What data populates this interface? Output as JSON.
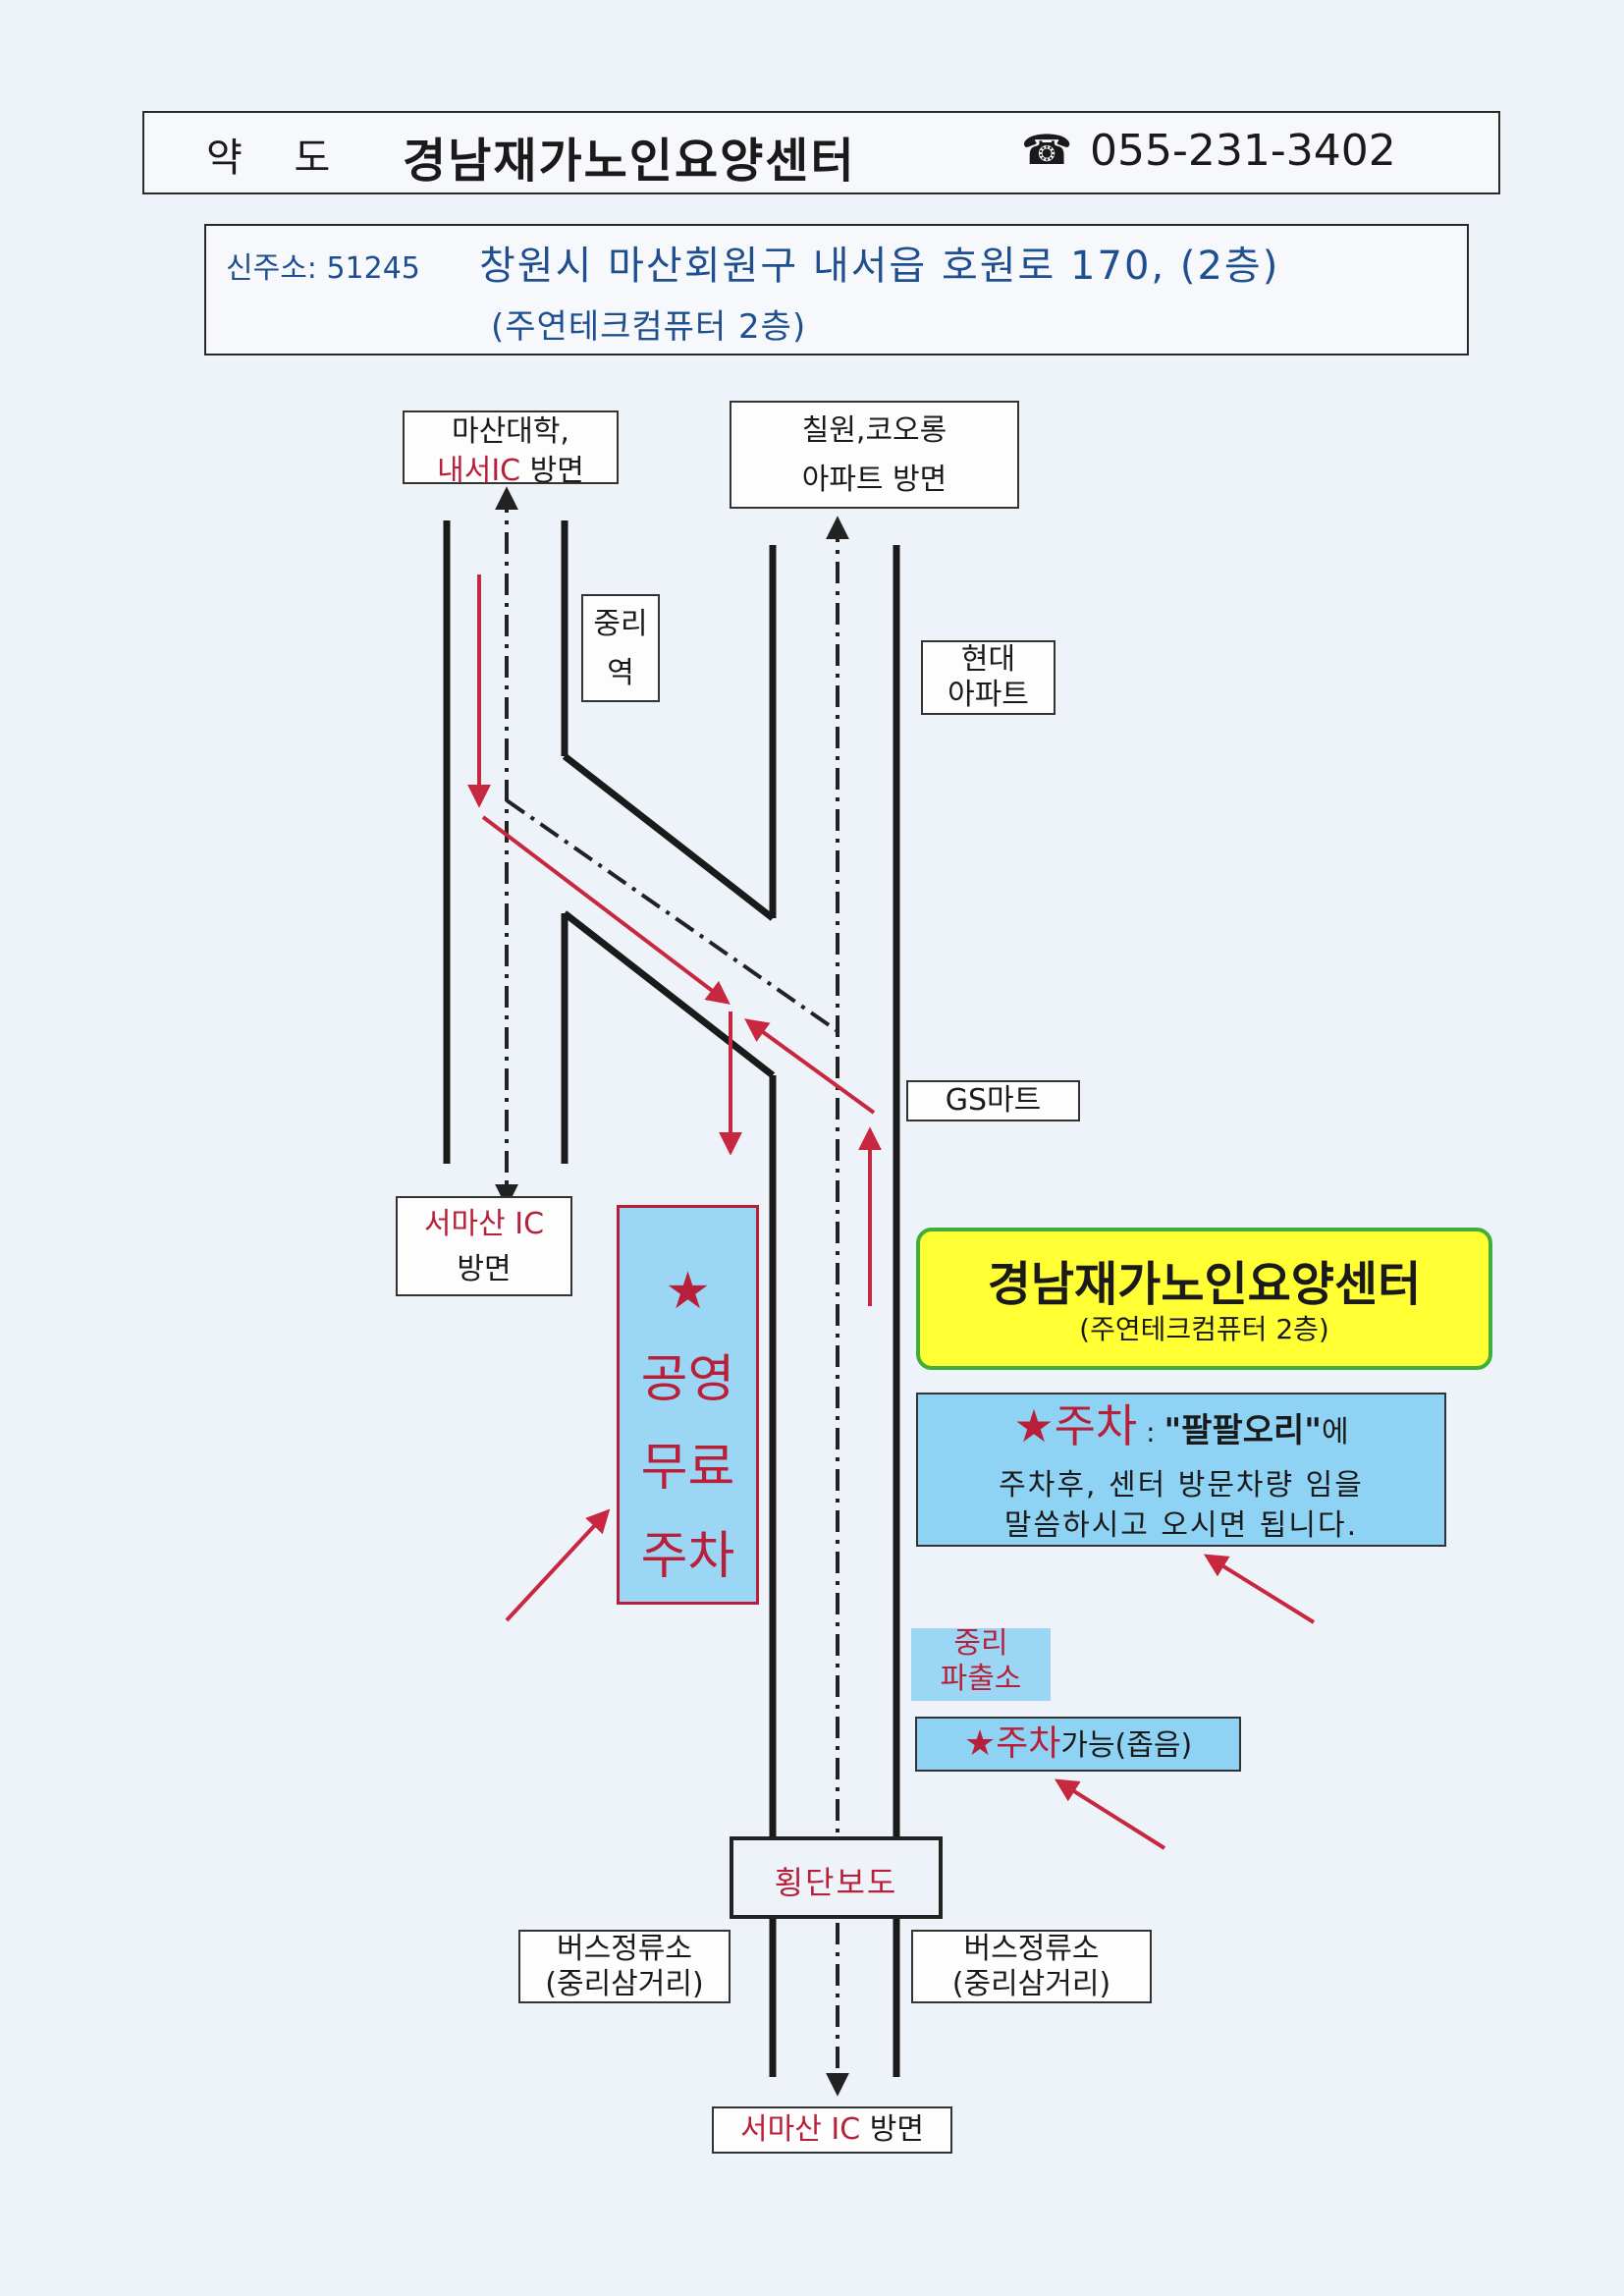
{
  "header": {
    "label": "약 도",
    "name": "경남재가노인요양센터",
    "phone": "055-231-3402",
    "phone_icon": "phone-icon"
  },
  "address": {
    "label": "신주소: 51245",
    "main": "창원시 마산회원구 내서읍 호원로 170, (2층)",
    "sub": "(주연테크컴퓨터 2층)"
  },
  "map": {
    "top_left": {
      "line1": "마산대학,",
      "line2_red": "내서IC",
      "line2_rest": " 방면"
    },
    "top_right": {
      "line1": "칠원,코오롱",
      "line2": "아파트 방면"
    },
    "station": {
      "line1": "중리",
      "line2": "역"
    },
    "hyundai": {
      "line1": "현대",
      "line2": "아파트"
    },
    "gs_mart": "GS마트",
    "left_ic": {
      "line1": "서마산 IC",
      "line2": "방면"
    },
    "public_parking": {
      "star": "★",
      "line1": "공영",
      "line2": "무료",
      "line3": "주차"
    },
    "center": {
      "name": "경남재가노인요양센터",
      "sub": "(주연테크컴퓨터 2층)"
    },
    "parking": {
      "star_label": "★주차",
      "colon": " : ",
      "place": "\"팔팔오리\"",
      "suffix": "에",
      "line2": "주차후, 센터 방문차량 임을",
      "line3": "말씀하시고 오시면 됩니다."
    },
    "police": {
      "line1": "중리",
      "line2": "파출소"
    },
    "small_parking": {
      "star_label": "★주차",
      "rest": "가능(좁음)"
    },
    "crosswalk": "횡단보도",
    "bus_left": {
      "line1": "버스정류소",
      "line2": "(중리삼거리)"
    },
    "bus_right": {
      "line1": "버스정류소",
      "line2": "(중리삼거리)"
    },
    "bottom": {
      "red": "서마산 IC",
      "rest": " 방면"
    }
  },
  "colors": {
    "accent_red": "#b8203a",
    "text_blue": "#1f4f8f",
    "center_fill": "#ffff33",
    "center_border": "#3fae3a",
    "info_fill": "#8fd3f4"
  }
}
